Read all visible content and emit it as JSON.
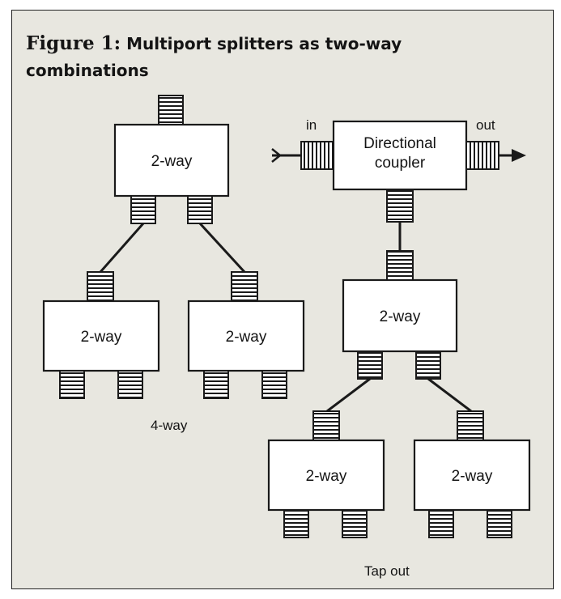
{
  "caption": {
    "figure_label": "Figure 1:",
    "title": "Multiport splitters as two-way combinations"
  },
  "diagram": {
    "splitter_label": "2-way",
    "coupler_label_line1": "Directional",
    "coupler_label_line2": "coupler",
    "in_label": "in",
    "out_label": "out",
    "four_way_label": "4-way",
    "tap_out_label": "Tap out"
  },
  "colors": {
    "background": "#e8e7e0",
    "box_fill": "#ffffff",
    "ink": "#1a1a1a"
  }
}
